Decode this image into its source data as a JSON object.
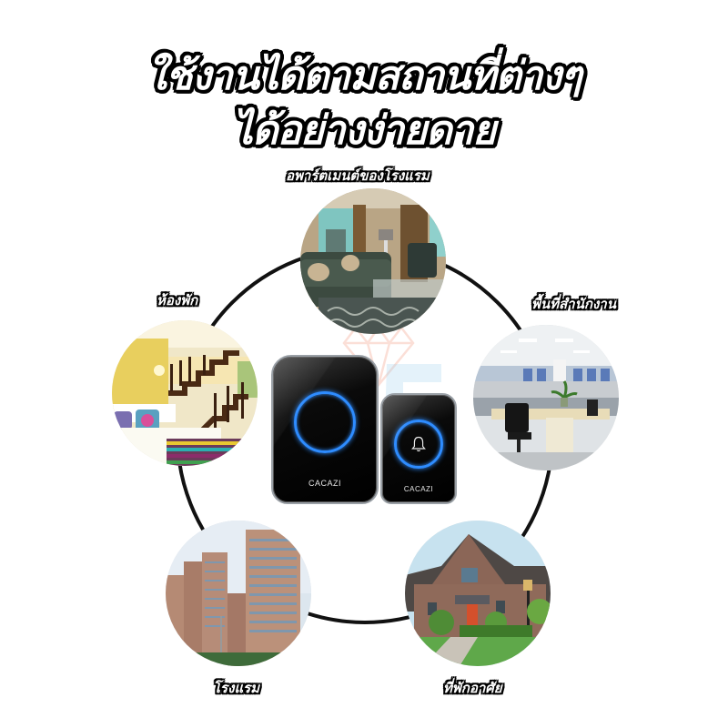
{
  "headline": {
    "line1": "ใช้งานได้ตามสถานที่ต่างๆ",
    "line2": "ได้อย่างง่ายดาย"
  },
  "locations": [
    {
      "id": "hotel-apartment",
      "label": "อพาร์ตเมนต์ของโรงแรม",
      "scene": "living-room-with-sofa"
    },
    {
      "id": "office",
      "label": "พื้นที่สำนักงาน",
      "scene": "office-cubicles"
    },
    {
      "id": "residence",
      "label": "ที่พักอาศัย",
      "scene": "brick-house"
    },
    {
      "id": "hotel",
      "label": "โรงแรม",
      "scene": "high-rise-buildings"
    },
    {
      "id": "room",
      "label": "ห้องพัก",
      "scene": "bedroom-with-stairs"
    }
  ],
  "product": {
    "receiver": {
      "brand": "CACAZI",
      "ring_color": "#2e8cff"
    },
    "transmitter": {
      "brand": "CACAZI",
      "ring_color": "#2e8cff",
      "icon": "bell-icon"
    }
  },
  "colors": {
    "text_fill": "#ffffff",
    "text_outline": "#000000",
    "ring": "#111111",
    "watermark": "#f4a48f"
  }
}
